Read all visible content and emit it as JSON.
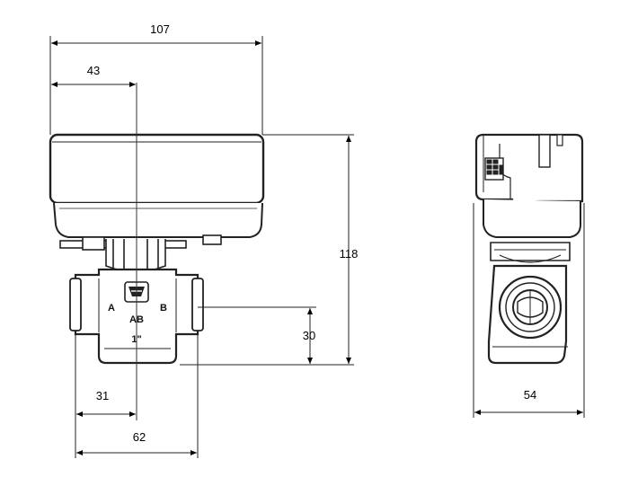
{
  "dimensions": {
    "total_width": "107",
    "axis_offset": "43",
    "total_height": "118",
    "port_height": "30",
    "half_body": "31",
    "body_width": "62",
    "side_width": "54"
  },
  "valve_markings": {
    "port_a": "A",
    "port_b": "B",
    "port_ab": "AB",
    "size": "1\""
  }
}
